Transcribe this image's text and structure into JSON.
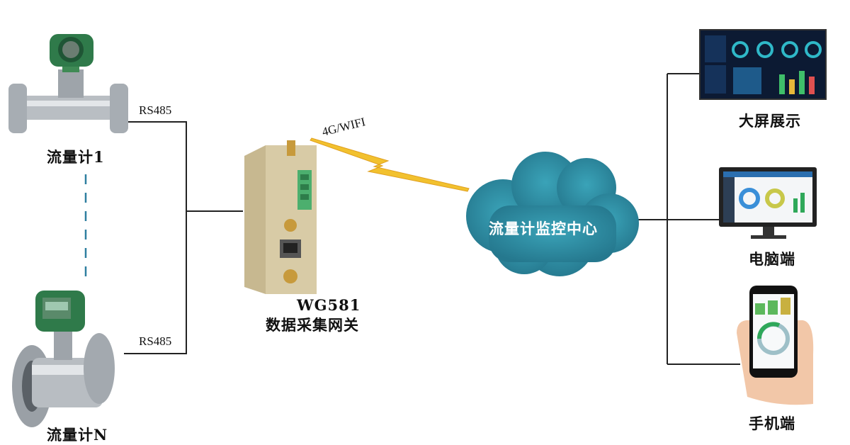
{
  "meters": {
    "meter1_label": "流量计1",
    "meterN_label": "流量计N"
  },
  "links": {
    "rs485_top": "RS485",
    "rs485_bottom": "RS485",
    "wireless": "4G/WIFI"
  },
  "gateway": {
    "model": "WG581",
    "name": "数据采集网关"
  },
  "cloud": {
    "label": "流量计监控中心"
  },
  "terminals": {
    "bigscreen_label": "大屏展示",
    "pc_label": "电脑端",
    "mobile_label": "手机端"
  },
  "icons": [
    "flow-meter-icon",
    "gateway-device-icon",
    "lightning-bolt-icon",
    "cloud-icon",
    "large-screen-icon",
    "monitor-icon",
    "smartphone-icon"
  ],
  "colors": {
    "cloud": "#2f8fa6",
    "bolt": "#f2c12e",
    "dashed_line": "#2f7fa0",
    "line": "#222222"
  }
}
